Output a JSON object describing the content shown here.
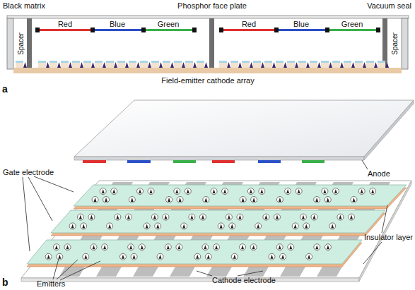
{
  "diagram": {
    "labels": [
      "Black matrix",
      "Phosphor face plate",
      "Vacuum seal",
      "Spacer",
      "Red",
      "Blue",
      "Green",
      "Red",
      "Blue",
      "Green",
      "Spacer",
      "Field-emitter cathode array",
      "a",
      "Anode",
      "Gate electrode",
      "Emitters",
      "Cathode electrode",
      "Insulator layer",
      "b"
    ]
  }
}
